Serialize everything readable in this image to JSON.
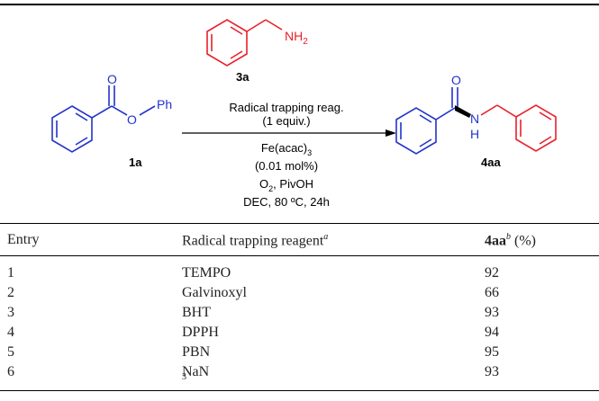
{
  "scheme": {
    "reagent_label": "3a",
    "reagent_group": "NH",
    "reagent_group_sub": "2",
    "substrate_label": "1a",
    "substrate_ph": "Ph",
    "product_label": "4aa",
    "atom_O": "O",
    "atom_N": "N",
    "atom_H": "H",
    "conditions_above": [
      "Radical trapping reag.",
      "(1 equiv.)"
    ],
    "catalyst": "Fe(acac)",
    "catalyst_sub": "3",
    "loading": "(0.01 mol%)",
    "oxidant": "O",
    "oxidant_sub": "2",
    "additive": ", PivOH",
    "solvent_temp": "DEC, 80 ºC, 24h"
  },
  "table": {
    "headers": {
      "entry": "Entry",
      "reagent": "Radical trapping reagent",
      "reagent_sup": "a",
      "yield_compound": "4aa",
      "yield_sup": "b",
      "yield_unit": " (%)"
    },
    "rows": [
      {
        "entry": "1",
        "reagent": "TEMPO",
        "yield": "92"
      },
      {
        "entry": "2",
        "reagent": "Galvinoxyl",
        "yield": "66"
      },
      {
        "entry": "3",
        "reagent": "BHT",
        "yield": "93"
      },
      {
        "entry": "4",
        "reagent": "DPPH",
        "yield": "94"
      },
      {
        "entry": "5",
        "reagent": "PBN",
        "yield": "95"
      },
      {
        "entry": "6",
        "reagent": "NaN",
        "reagent_sub": "3",
        "yield": "93"
      }
    ]
  },
  "colors": {
    "red_fragment": "#e8202a",
    "blue_fragment": "#2233cc"
  }
}
